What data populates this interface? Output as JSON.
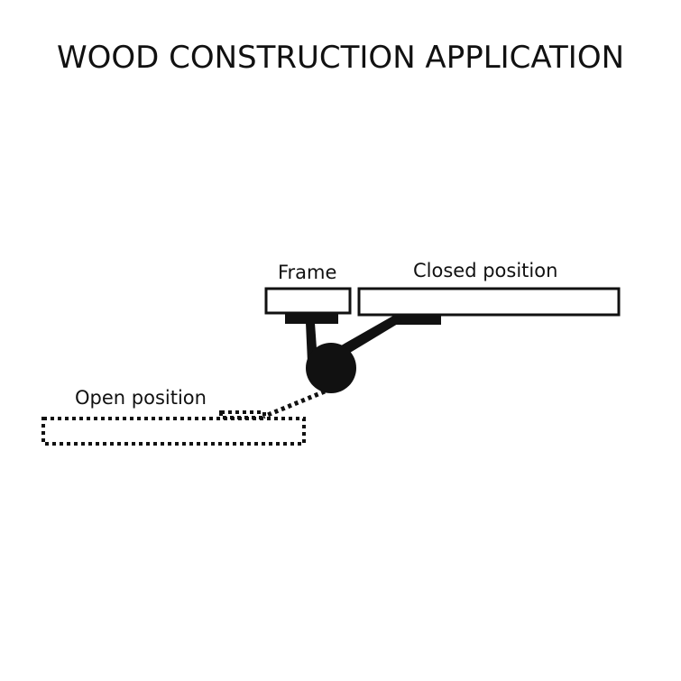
{
  "title": "WOOD CONSTRUCTION APPLICATION",
  "labels": {
    "frame": "Frame",
    "closed": "Closed position",
    "open": "Open position"
  },
  "colors": {
    "ink": "#111111",
    "background": "#ffffff"
  }
}
